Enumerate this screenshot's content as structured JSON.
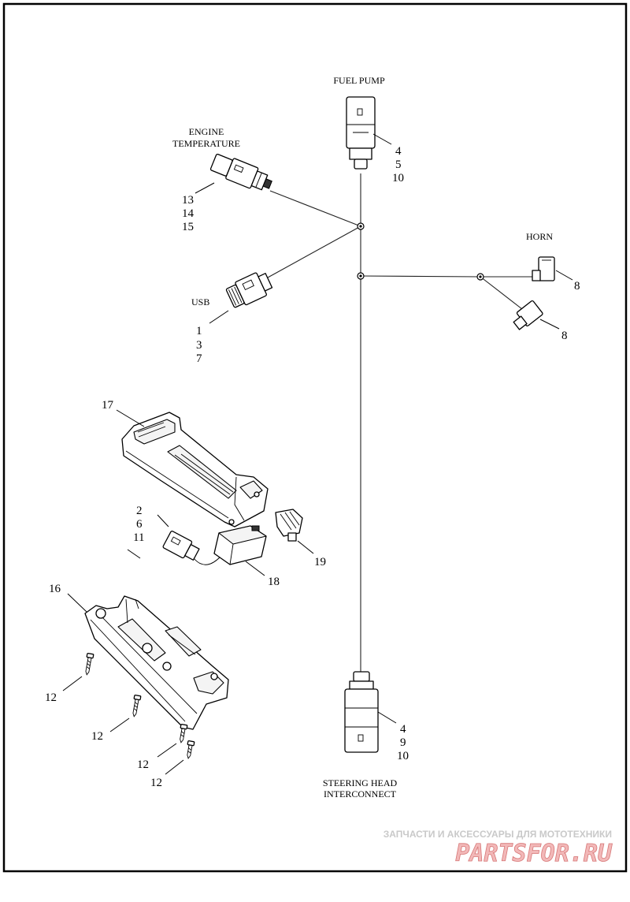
{
  "labels": {
    "fuel_pump": "FUEL PUMP",
    "engine_temperature_line1": "ENGINE",
    "engine_temperature_line2": "TEMPERATURE",
    "horn": "HORN",
    "usb": "USB",
    "steering_head_line1": "STEERING HEAD",
    "steering_head_line2": "INTERCONNECT"
  },
  "callouts": {
    "fuel_pump": [
      "4",
      "5",
      "10"
    ],
    "engine_temperature": [
      "13",
      "14",
      "15"
    ],
    "usb": [
      "1",
      "3",
      "7"
    ],
    "horn_upper": "8",
    "horn_lower": "8",
    "upper_cover": "17",
    "connector_left": [
      "2",
      "6",
      "11"
    ],
    "usb_module": "18",
    "small_connector": "19",
    "lower_tray": "16",
    "screws": [
      "12",
      "12",
      "12",
      "12"
    ],
    "steering_head": [
      "4",
      "9",
      "10"
    ]
  },
  "watermark": {
    "tagline": "ЗАПЧАСТИ И АКСЕССУАРЫ ДЛЯ МОТОТЕХНИКИ",
    "brand": "PARTSFOR.RU"
  }
}
